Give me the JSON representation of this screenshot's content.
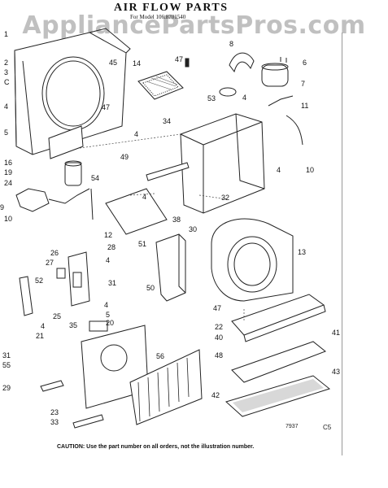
{
  "header": {
    "title": "AIR FLOW PARTS",
    "model_label": "For Model 106.8701540"
  },
  "watermark": "AppliancePartsPros.com",
  "footer": {
    "caution": "CAUTION: Use the part number on all orders, not the illustration number.",
    "drawing_code": "7937",
    "page_code": "C5"
  },
  "callouts": [
    "1",
    "2",
    "3",
    "4",
    "5",
    "6",
    "7",
    "8",
    "9",
    "10",
    "10",
    "11",
    "12",
    "13",
    "14",
    "16",
    "19",
    "20",
    "21",
    "22",
    "23",
    "24",
    "25",
    "26",
    "27",
    "28",
    "29",
    "30",
    "31",
    "31",
    "32",
    "33",
    "34",
    "35",
    "38",
    "40",
    "41",
    "42",
    "43",
    "45",
    "47",
    "47",
    "47",
    "48",
    "49",
    "50",
    "51",
    "52",
    "53",
    "54",
    "55",
    "56",
    "4",
    "4",
    "4",
    "4",
    "4"
  ]
}
